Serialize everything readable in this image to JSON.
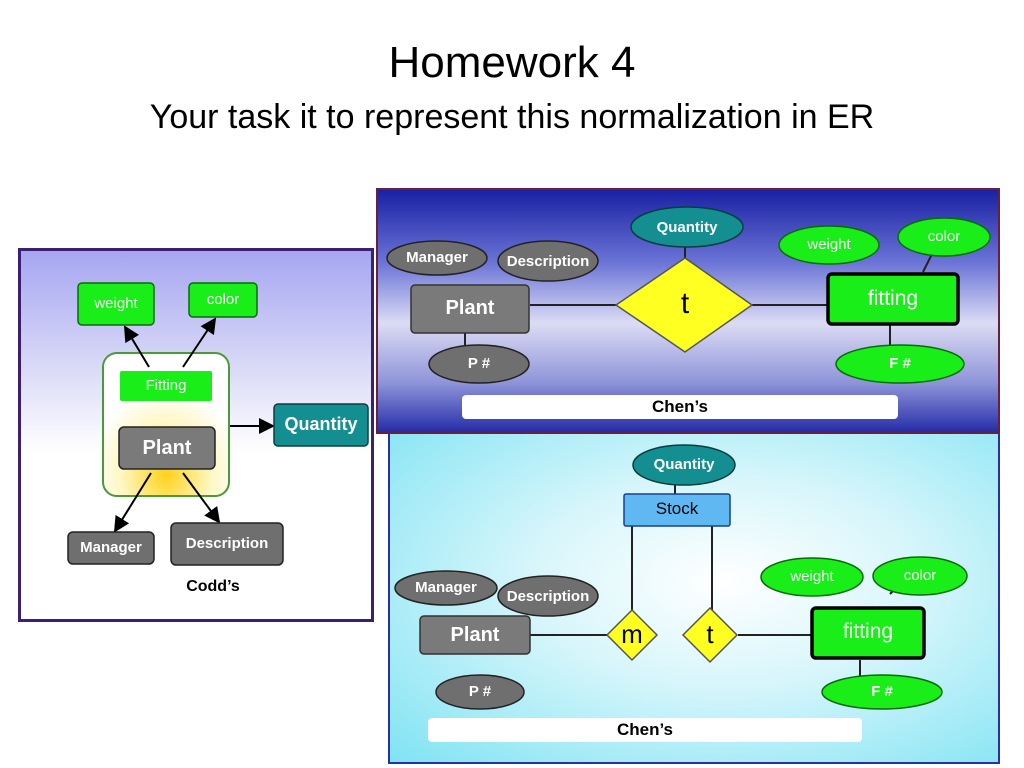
{
  "title": "Homework 4",
  "subtitle": "Your task it to represent this normalization in ER",
  "codd": {
    "weight": "weight",
    "color": "color",
    "fitting": "Fitting",
    "plant": "Plant",
    "quantity": "Quantity",
    "manager": "Manager",
    "description": "Description",
    "caption": "Codd’s"
  },
  "chen_top": {
    "quantity": "Quantity",
    "manager": "Manager",
    "description": "Description",
    "plant": "Plant",
    "relation": "t",
    "weight": "weight",
    "color": "color",
    "fitting": "fitting",
    "pnum": "P #",
    "fnum": "F #",
    "caption": "Chen’s"
  },
  "chen_bottom": {
    "quantity": "Quantity",
    "stock": "Stock",
    "manager": "Manager",
    "description": "Description",
    "plant": "Plant",
    "relation_m": "m",
    "relation_t": "t",
    "weight": "weight",
    "color": "color",
    "fitting": "fitting",
    "pnum": "P #",
    "fnum": "F #",
    "caption": "Chen’s"
  },
  "colors": {
    "attribute_green": "#19ee19",
    "entity_grey": "#7a7a7a",
    "attribute_grey": "#6f6f6f",
    "teal": "#138f92",
    "diamond_yellow": "#ffff22",
    "stock_blue": "#5fb8f2"
  }
}
